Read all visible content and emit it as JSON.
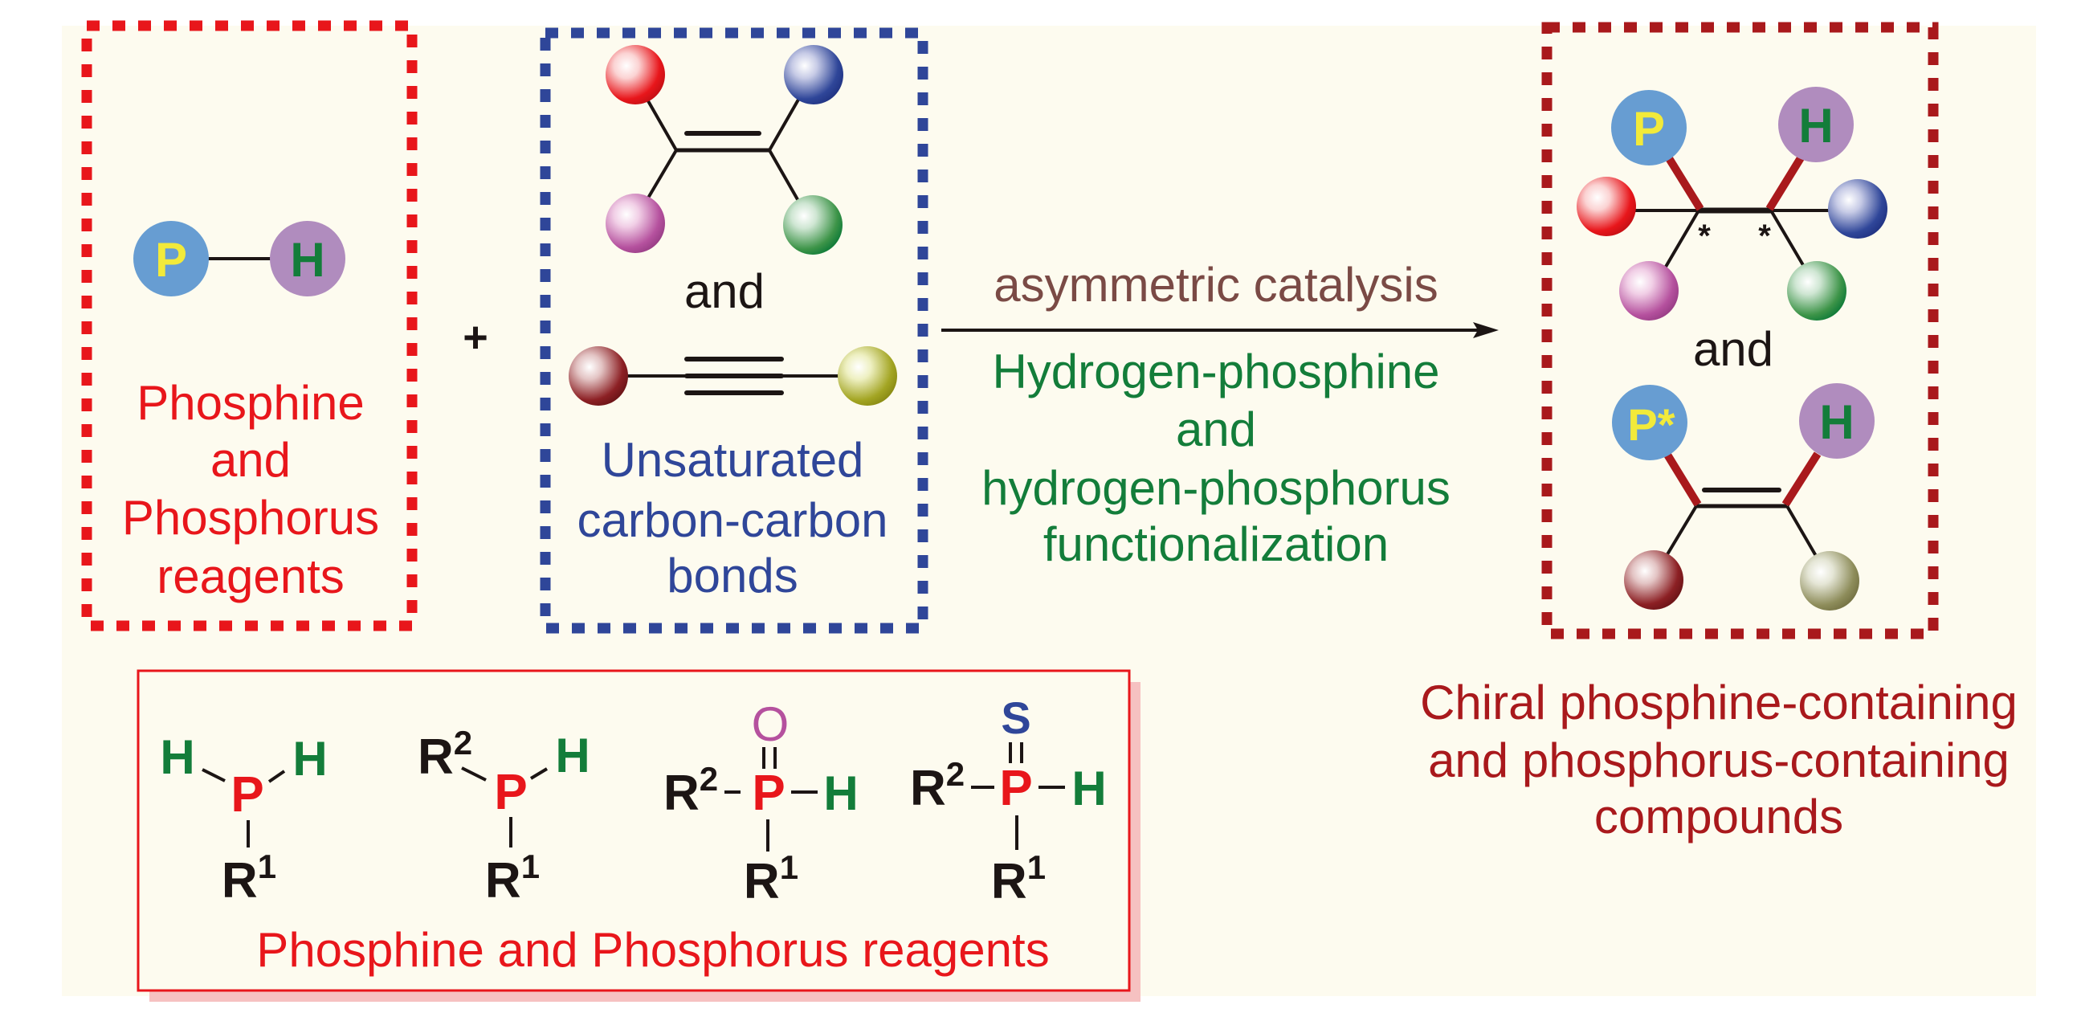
{
  "colors": {
    "background": "#fdfbef",
    "reagent_red": "#e8161b",
    "substrate_blue": "#2f4699",
    "product_darkred": "#a9191c",
    "catalysis_brown": "#7a4a45",
    "functionalization_green": "#137d3a",
    "p_atom_fill": "#679dd2",
    "p_atom_label": "#f2ea3a",
    "h_atom_fill": "#b08cbe",
    "h_atom_label": "#137d3a",
    "oxygen_magenta": "#b5519e",
    "bond_black": "#1c1514",
    "wedge_red": "#a9191c"
  },
  "reagent_box": {
    "molecule": {
      "p_label": "P",
      "h_label": "H"
    },
    "caption_lines": [
      "Phosphine",
      "and",
      "Phosphorus",
      "reagents"
    ]
  },
  "plus_sign": "+",
  "substrate_box": {
    "connector": "and",
    "caption_lines": [
      "Unsaturated",
      "carbon-carbon",
      "bonds"
    ]
  },
  "reaction_arrow": {
    "above_label": "asymmetric catalysis",
    "below_lines": [
      "Hydrogen-phosphine",
      "and",
      "hydrogen-phosphorus",
      "functionalization"
    ]
  },
  "product_box": {
    "top_molecule": {
      "p_label": "P",
      "h_label": "H",
      "stereocenter_marks": [
        "*",
        "*"
      ]
    },
    "connector": "and",
    "bottom_molecule": {
      "p_label": "P*",
      "h_label": "H"
    }
  },
  "product_caption_lines": [
    "Chiral phosphine-containing",
    "and phosphorus-containing",
    "compounds"
  ],
  "reagent_examples": {
    "title": "Phosphine and Phosphorus reagents",
    "structures": [
      {
        "center": "P",
        "top_left": "H",
        "top_right": "H",
        "bottom": "R",
        "bottom_sup": "1"
      },
      {
        "center": "P",
        "top_left": "R",
        "top_left_sup": "2",
        "top_right": "H",
        "bottom": "R",
        "bottom_sup": "1"
      },
      {
        "center": "P",
        "double_bonded": "O",
        "left": "R",
        "left_sup": "2",
        "right": "H",
        "bottom": "R",
        "bottom_sup": "1"
      },
      {
        "center": "P",
        "double_bonded": "S",
        "left": "R",
        "left_sup": "2",
        "right": "H",
        "bottom": "R",
        "bottom_sup": "1"
      }
    ]
  }
}
